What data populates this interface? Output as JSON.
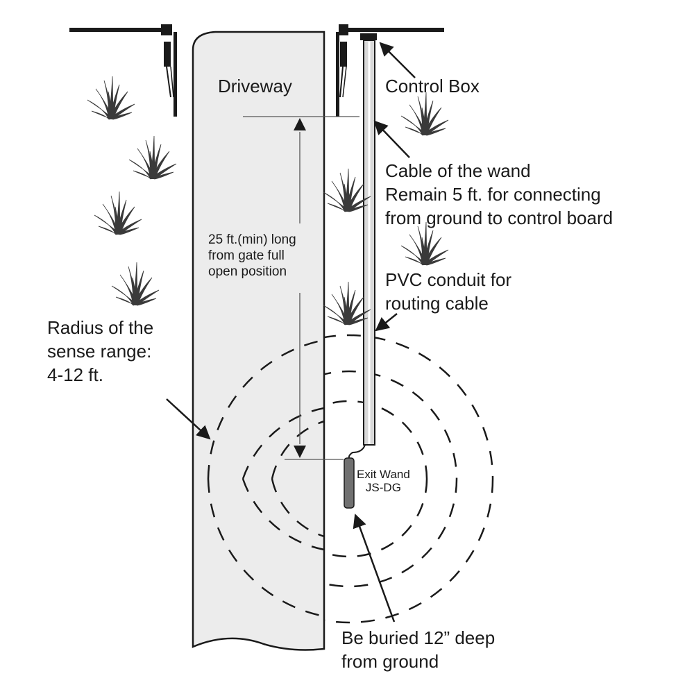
{
  "labels": {
    "driveway": "Driveway",
    "control_box": "Control Box",
    "cable_lines": [
      "Cable of the wand",
      "Remain 5 ft. for connecting",
      "from ground to control board"
    ],
    "distance_lines": [
      "25 ft.(min) long",
      "from gate full",
      "open position"
    ],
    "pvc_lines": [
      "PVC conduit for",
      "routing cable"
    ],
    "radius_lines": [
      "Radius of the",
      "sense range:",
      "4-12 ft."
    ],
    "wand_name": "Exit Wand",
    "wand_model": "JS-DG",
    "buried_lines": [
      "Be buried 12” deep",
      "from ground"
    ]
  },
  "colors": {
    "driveway_fill": "#ececec",
    "line": "#1a1a1a",
    "conduit_fill": "#d8d8d8",
    "wand_fill": "#707070",
    "grass": "#3a3a3a"
  },
  "icons": {
    "grass": "grass-tuft-icon",
    "wand": "exit-wand-icon",
    "control_box": "control-box-icon",
    "gate_arm": "gate-arm-icon"
  }
}
